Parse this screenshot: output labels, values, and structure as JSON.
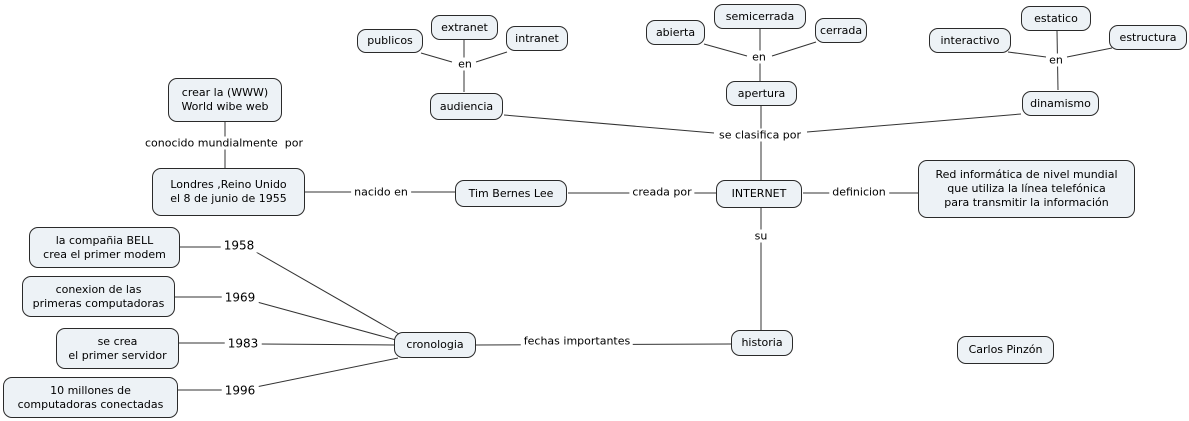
{
  "concept_map": {
    "main_concept": "INTERNET",
    "colors": {
      "node_fill": "#edf2f6",
      "node_border": "#2a2a2a",
      "line": "#333333",
      "background": "#ffffff",
      "text": "#000000"
    },
    "nodes": {
      "publicos": "publicos",
      "extranet": "extranet",
      "intranet": "intranet",
      "audiencia": "audiencia",
      "abierta": "abierta",
      "semicerrada": "semicerrada",
      "cerrada": "cerrada",
      "apertura": "apertura",
      "interactivo": "interactivo",
      "estatico": "estatico",
      "estructura": "estructura",
      "dinamismo": "dinamismo",
      "internet": "INTERNET",
      "tim_bernes_lee": "Tim Bernes Lee",
      "londres": "Londres ,Reino Unido\nel 8 de junio de 1955",
      "www": "crear la (WWW)\nWorld wibe web",
      "definicion_texto": "Red informática de nivel mundial\nque utiliza la línea telefónica\npara transmitir la información",
      "historia": "historia",
      "cronologia": "cronologia",
      "bell": "la compañia BELL\ncrea el primer modem",
      "conexion": "conexion de las\nprimeras computadoras",
      "servidor": "se crea\nel primer servidor",
      "millones": "10 millones de\ncomputadoras conectadas",
      "autor": "Carlos Pinzón"
    },
    "linking_phrases": {
      "en_audiencia": "en",
      "en_apertura": "en",
      "en_dinamismo": "en",
      "se_clasifica_por": "se clasifica por",
      "conocido_mundialmente_por": "conocido mundialmente  por",
      "nacido_en": "nacido en",
      "creada_por": "creada por",
      "definicion": "definicion",
      "su": "su",
      "fechas_importantes": "fechas importantes",
      "y1958": "1958",
      "y1969": "1969",
      "y1983": "1983",
      "y1996": "1996"
    }
  }
}
